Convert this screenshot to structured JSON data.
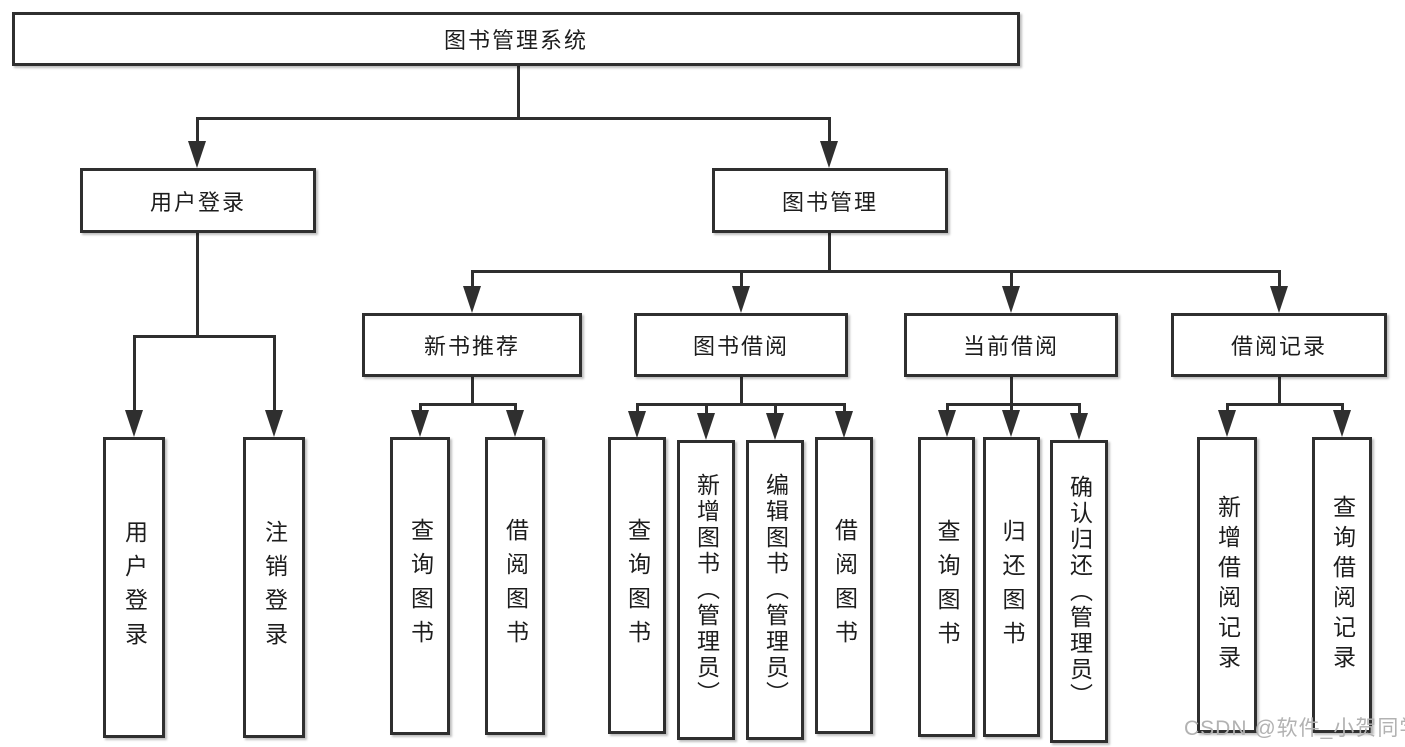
{
  "tree": {
    "root": "图书管理系统",
    "children": [
      {
        "label": "用户登录",
        "leaves": [
          "用户登录",
          "注销登录"
        ]
      },
      {
        "label": "图书管理",
        "children": [
          {
            "label": "新书推荐",
            "leaves": [
              "查询图书",
              "借阅图书"
            ]
          },
          {
            "label": "图书借阅",
            "leaves": [
              "查询图书",
              "新增图书（管理员）",
              "编辑图书（管理员）",
              "借阅图书"
            ]
          },
          {
            "label": "当前借阅",
            "leaves": [
              "查询图书",
              "归还图书",
              "确认归还（管理员）"
            ]
          },
          {
            "label": "借阅记录",
            "leaves": [
              "新增借阅记录",
              "查询借阅记录"
            ]
          }
        ]
      }
    ]
  },
  "watermark": "CSDN @软件_小贺同学",
  "colors": {
    "line": "#2f2f2f",
    "text": "#1d1d1d",
    "box_background": "#ffffff",
    "background": "#ffffff",
    "watermark": "#b2b2b2"
  }
}
